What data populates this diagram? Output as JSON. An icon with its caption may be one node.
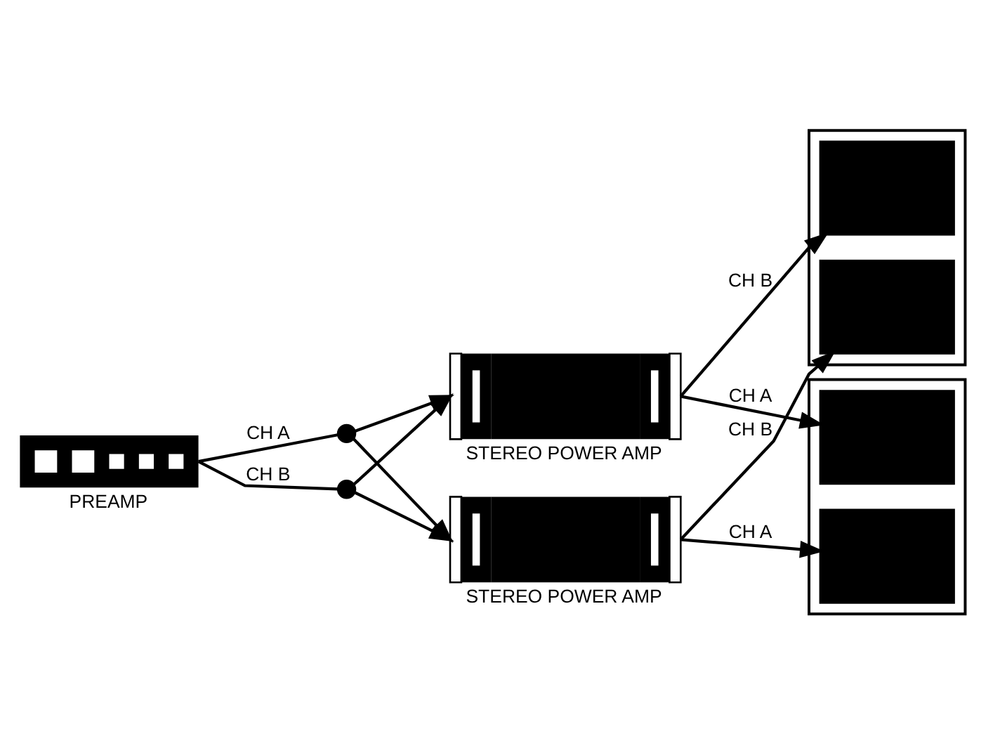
{
  "diagram": {
    "nodes": [
      {
        "text": [
          "PREAMP"
        ]
      },
      {
        "text": [],
        "shape": "dot"
      },
      {
        "text": [],
        "shape": "dot"
      },
      {
        "text": [
          "STEREO POWER AMP"
        ]
      },
      {
        "text": [
          "STEREO POWER AMP"
        ]
      },
      {
        "text": [],
        "shape": "box"
      },
      {
        "text": [],
        "shape": "box",
        "in": 5
      },
      {
        "text": [],
        "shape": "box",
        "in": 5
      },
      {
        "text": [],
        "shape": "box"
      },
      {
        "text": [],
        "shape": "box",
        "in": 8
      },
      {
        "text": [],
        "shape": "box",
        "in": 8
      }
    ],
    "edges": [
      {
        "from": 0,
        "to": 1,
        "arrow": "none",
        "label": "CH A"
      },
      {
        "from": 0,
        "to": 2,
        "arrow": "none",
        "label": "CH B"
      },
      {
        "from": 1,
        "to": 3,
        "arrow": "to"
      },
      {
        "from": 2,
        "to": 3,
        "arrow": "to"
      },
      {
        "from": 2,
        "to": 4,
        "arrow": "to"
      },
      {
        "from": 1,
        "to": 4,
        "arrow": "to"
      },
      {
        "from": 3,
        "to": 6,
        "arrow": "to",
        "label": "CH B"
      },
      {
        "from": 3,
        "to": 9,
        "arrow": "to",
        "label": "CH A"
      },
      {
        "from": 4,
        "to": 7,
        "arrow": "to",
        "label": "CH B"
      },
      {
        "from": 4,
        "to": 10,
        "arrow": "to",
        "label": "CH A"
      }
    ]
  }
}
